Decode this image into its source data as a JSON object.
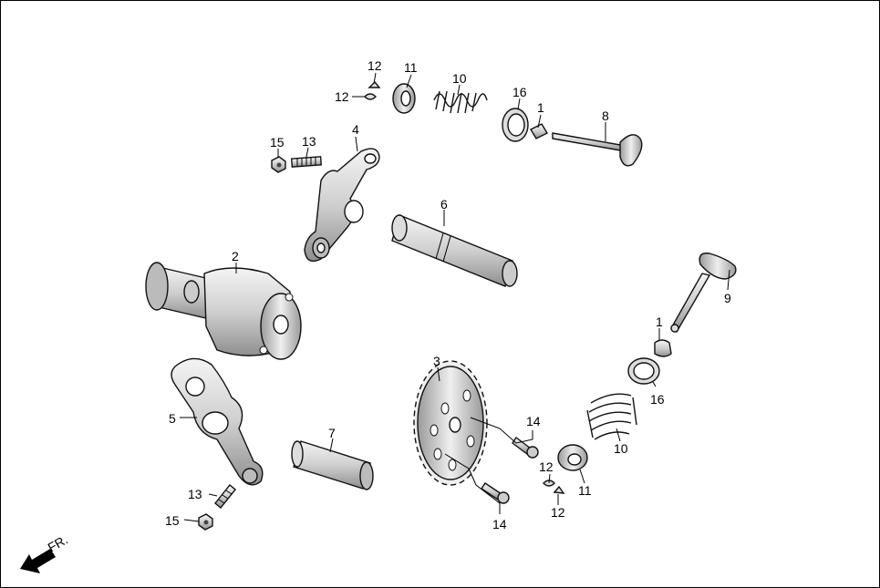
{
  "diagram": {
    "direction_label": "FR.",
    "callouts": {
      "c12a": "12",
      "c12b": "12",
      "c11a": "11",
      "c10a": "10",
      "c16a": "16",
      "c1a": "1",
      "c8": "8",
      "c15a": "15",
      "c13a": "13",
      "c4": "4",
      "c6": "6",
      "c2": "2",
      "c9": "9",
      "c1b": "1",
      "c16b": "16",
      "c3": "3",
      "c5": "5",
      "c14a": "14",
      "c7": "7",
      "c10b": "10",
      "c12c": "12",
      "c11b": "11",
      "c12d": "12",
      "c13b": "13",
      "c14b": "14",
      "c15b": "15"
    },
    "colors": {
      "line": "#000000",
      "part_fill": "#ffffff",
      "shade": "#9a9a9a"
    }
  }
}
